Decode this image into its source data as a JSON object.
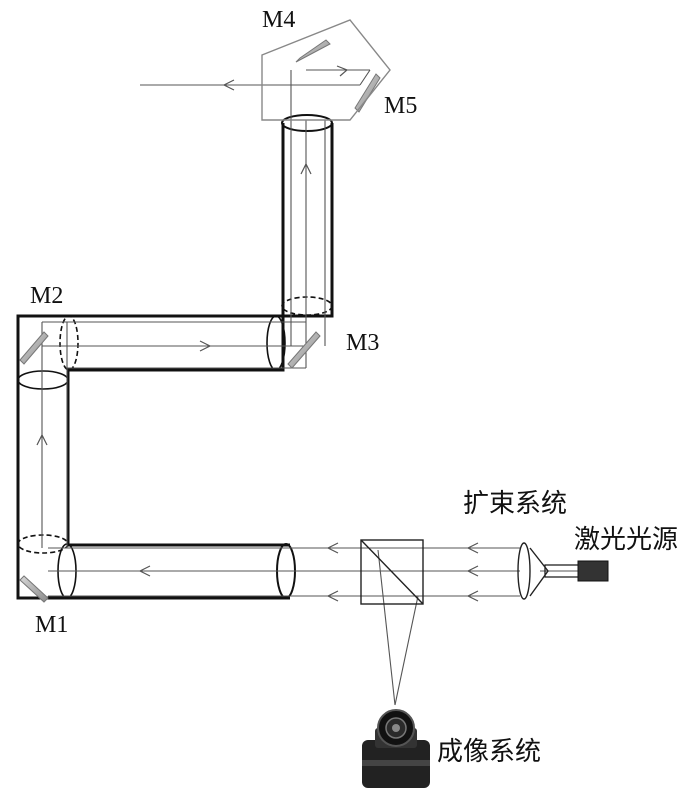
{
  "labels": {
    "m1": "M1",
    "m2": "M2",
    "m3": "M3",
    "m4": "M4",
    "m5": "M5",
    "beam_expander": "扩束系统",
    "laser_source": "激光光源",
    "imaging_system": "成像系统"
  },
  "colors": {
    "tube": "#111111",
    "beam": "#555555",
    "mirror": "#9a9a9a",
    "camera": "#1a1a1a"
  }
}
